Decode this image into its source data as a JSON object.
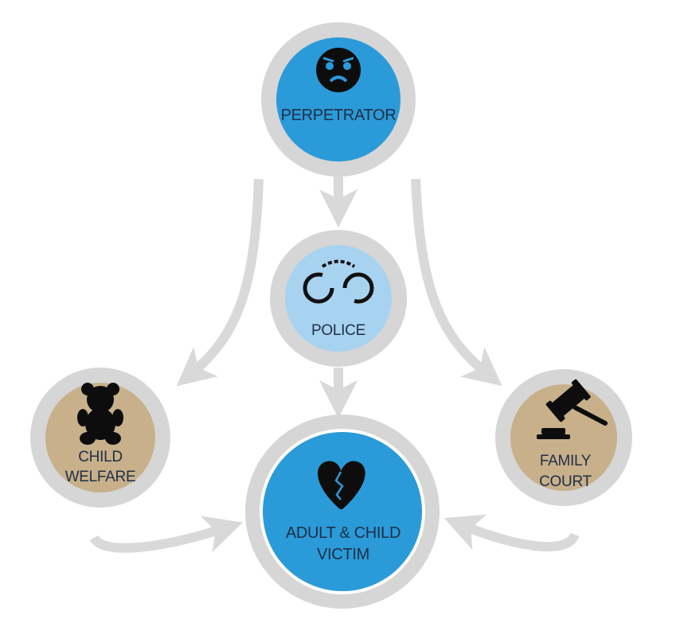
{
  "nodes": {
    "perpetrator": {
      "label": "PERPETRATOR",
      "icon": "angry-face-icon",
      "color": "#2b9ad9"
    },
    "police": {
      "label": "POLICE",
      "icon": "handcuffs-icon",
      "color": "#a8d3f0"
    },
    "child_welfare": {
      "label_line1": "CHILD",
      "label_line2": "WELFARE",
      "icon": "teddy-bear-icon",
      "color": "#c8b08b"
    },
    "family_court": {
      "label_line1": "FAMILY",
      "label_line2": "COURT",
      "icon": "gavel-icon",
      "color": "#c8b08b"
    },
    "victim": {
      "label_line1": "ADULT & CHILD",
      "label_line2": "VICTIM",
      "icon": "broken-heart-icon",
      "color": "#2b9ad9"
    }
  },
  "colors": {
    "ring": "#d6d6d6",
    "arrow": "#d9d9d9",
    "text": "#1f2f45"
  }
}
